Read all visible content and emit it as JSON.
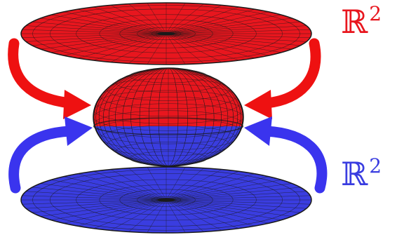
{
  "labels": {
    "top": {
      "base": "ℝ",
      "exp": "2"
    },
    "bottom": {
      "base": "ℝ",
      "exp": "2"
    }
  },
  "colors": {
    "red_fill": "#e8161e",
    "red_dark": "#7a0a0e",
    "blue_fill": "#3a3de0",
    "blue_dark": "#14165a",
    "arrow_red": "#ee1111",
    "arrow_blue": "#3a34ee",
    "mesh": "#1a1a1a"
  }
}
